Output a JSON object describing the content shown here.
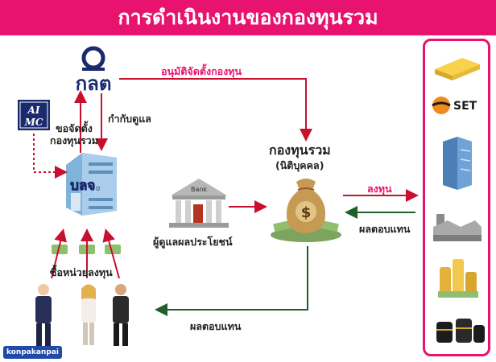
{
  "header": {
    "title": "การดำเนินงานของกองทุนรวม"
  },
  "colors": {
    "accent": "#e8126f",
    "red_arrow": "#c8102e",
    "green_arrow": "#1f5f2a",
    "navy": "#1a2a6c"
  },
  "nodes": {
    "sec": {
      "logo_text": "กลต"
    },
    "aimc": {
      "logo_top": "AI",
      "logo_bottom": "MC"
    },
    "amc": {
      "label": "บลจ."
    },
    "fund": {
      "title": "กองทุนรวม",
      "subtitle": "(นิติบุคคล)"
    },
    "bank": {
      "sign": "Bank",
      "caption": "ผู้ดูแลผลประโยชน์"
    },
    "investors": {
      "caption": "ซื้อหน่วยลงทุน"
    }
  },
  "edges": {
    "approve": "อนุมัติจัดตั้งกองทุน",
    "supervise": "กำกับดูแล",
    "request": "ขอจัดตั้ง\nกองทุนรวม",
    "invest": "ลงทุน",
    "returns_assets": "ผลตอบแทน",
    "returns_investors": "ผลตอบแทน"
  },
  "assets": [
    {
      "name": "gold-bars-icon"
    },
    {
      "name": "set-logo-icon",
      "label": "SET"
    },
    {
      "name": "office-building-icon"
    },
    {
      "name": "factory-icon"
    },
    {
      "name": "gold-coins-icon"
    },
    {
      "name": "oil-barrels-icon"
    }
  ],
  "watermark": "konpakanpai"
}
